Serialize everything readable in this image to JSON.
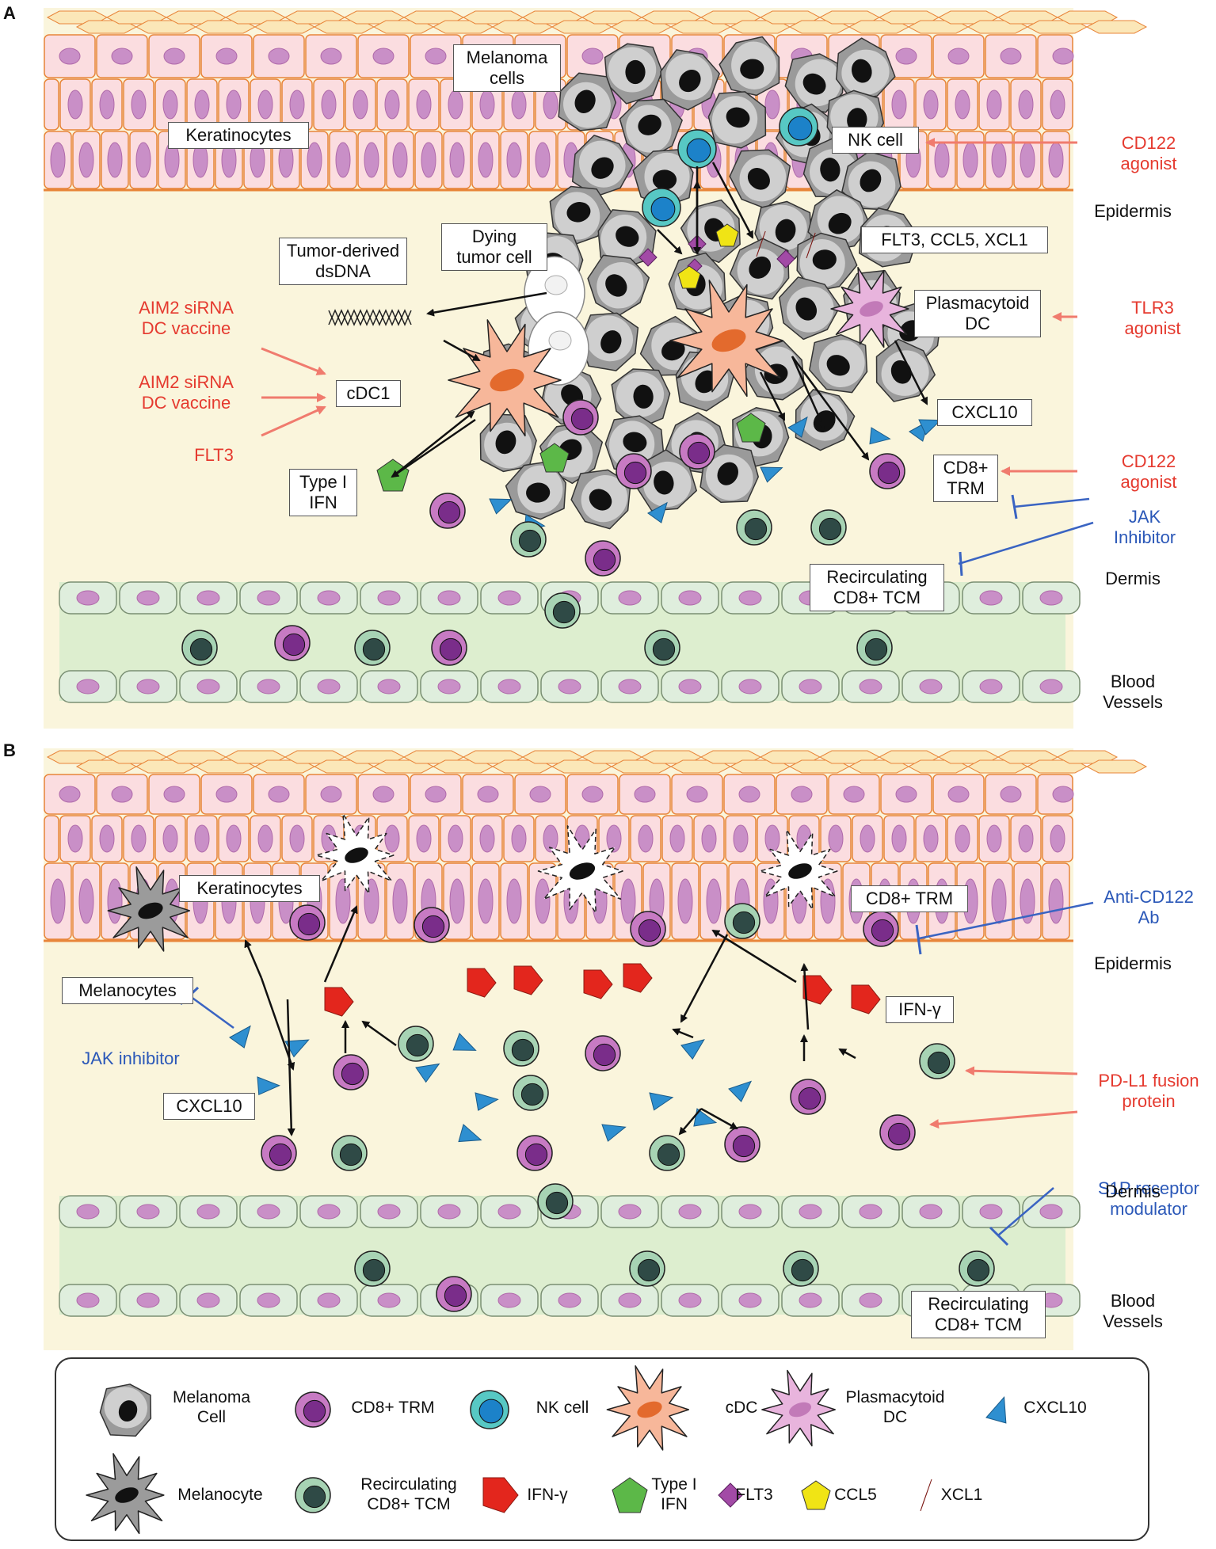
{
  "panels": {
    "a": "A",
    "b": "B"
  },
  "panel_a": {
    "labels": {
      "melanoma_cells": "Melanoma\ncells",
      "keratinocytes": "Keratinocytes",
      "nk_cell": "NK cell",
      "tumor_dsdna": "Tumor-derived\ndsDNA",
      "dying_tumor": "Dying\ntumor cell",
      "flt3_ccl5_xcl1": "FLT3, CCL5, XCL1",
      "plasmacytoid": "Plasmacytoid\nDC",
      "cdc1": "cDC1",
      "cxcl10": "CXCL10",
      "type1_ifn": "Type I\nIFN",
      "cd8_trm": "CD8+\nTRM",
      "recirc": "Recirculating\nCD8+ TCM"
    },
    "red_text": {
      "cd122_agonist_top": "CD122\nagonist",
      "aim2_1": "AIM2 siRNA\nDC vaccine",
      "aim2_2": "AIM2 siRNA\nDC vaccine",
      "flt3": "FLT3",
      "tlr3": "TLR3\nagonist",
      "cd122_agonist_mid": "CD122\nagonist"
    },
    "blue_text": {
      "jak": "JAK\nInhibitor"
    },
    "layers": {
      "epidermis": "Epidermis",
      "dermis": "Dermis",
      "vessels": "Blood\nVessels"
    }
  },
  "panel_b": {
    "labels": {
      "keratinocytes": "Keratinocytes",
      "melanocytes": "Melanocytes",
      "cd8_trm": "CD8+ TRM",
      "ifng": "IFN-γ",
      "cxcl10": "CXCL10",
      "recirc": "Recirculating\nCD8+ TCM"
    },
    "red_text": {
      "pdl1": "PD-L1 fusion\nprotein"
    },
    "blue_text": {
      "anti_cd122": "Anti-CD122\nAb",
      "jak": "JAK inhibitor",
      "s1p": "S1P receptor\nmodulator"
    },
    "layers": {
      "epidermis": "Epidermis",
      "dermis": "Dermis",
      "vessels": "Blood\nVessels"
    }
  },
  "legend": {
    "melanoma_cell": "Melanoma\nCell",
    "cd8_trm": "CD8+ TRM",
    "nk_cell": "NK cell",
    "cdc": "cDC",
    "plasmacytoid": "Plasmacytoid\nDC",
    "cxcl10": "CXCL10",
    "melanocyte": "Melanocyte",
    "recirc": "Recirculating\nCD8+ TCM",
    "ifng": "IFN-γ",
    "type1_ifn": "Type I\nIFN",
    "flt3": "FLT3",
    "ccl5": "CCL5",
    "xcl1": "XCL1"
  },
  "colors": {
    "tissue_bg": "#faf5dc",
    "keratinocyte_fill": "#fbdde0",
    "keratinocyte_stroke": "#e8853a",
    "nucleus": "#c98fc7",
    "vessel_fill": "#ddeecf",
    "vessel_cell": "#dfeedd",
    "trm_outer": "#c77ac3",
    "trm_inner": "#7a2d8a",
    "tcm_outer": "#a7d3b4",
    "tcm_inner": "#2f4a46",
    "nk_outer": "#57c8c4",
    "nk_inner": "#1c82c9",
    "cdc": "#f7b79a",
    "pdc": "#e8b4dd",
    "cxcl10": "#2e8fd0",
    "ifng": "#e3261d",
    "type1": "#5cb848",
    "flt3": "#a24aa6",
    "ccl5": "#f0e415",
    "xcl1": "#e3261d",
    "red_text": "#e53a2f",
    "blue_text": "#2b58b8"
  }
}
